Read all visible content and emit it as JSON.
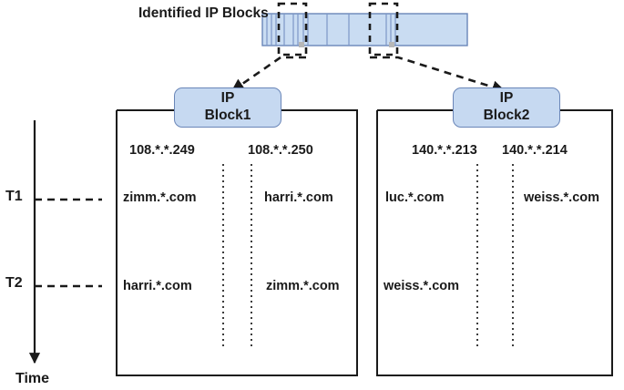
{
  "diagram": {
    "heading": "Identified IP Blocks",
    "time_axis": {
      "label": "Time",
      "ticks": [
        {
          "name": "T1",
          "label": "T1"
        },
        {
          "name": "T2",
          "label": "T2"
        }
      ]
    },
    "blocks": [
      {
        "id": "block1",
        "title_line1": "IP",
        "title_line2": "Block1",
        "ip_addresses": [
          "108.*.*.249",
          "108.*.*.250"
        ],
        "rows": [
          {
            "tick": "T1",
            "cells": [
              "zimm.*.com",
              "harri.*.com"
            ]
          },
          {
            "tick": "T2",
            "cells": [
              "harri.*.com",
              "zimm.*.com"
            ]
          }
        ]
      },
      {
        "id": "block2",
        "title_line1": "IP",
        "title_line2": "Block2",
        "ip_addresses": [
          "140.*.*.213",
          "140.*.*.214"
        ],
        "rows": [
          {
            "tick": "T1",
            "cells": [
              "luc.*.com",
              "weiss.*.com"
            ]
          },
          {
            "tick": "T2",
            "cells": [
              "weiss.*.com",
              ""
            ]
          }
        ]
      }
    ],
    "colors": {
      "bar_fill": "#c9dcf2",
      "bar_stroke": "#6a86b8",
      "bar_line": "#7d97c7",
      "box_fill": "#c6d9f1",
      "box_stroke": "#6a86b8",
      "ink": "#1a1a1a"
    }
  }
}
